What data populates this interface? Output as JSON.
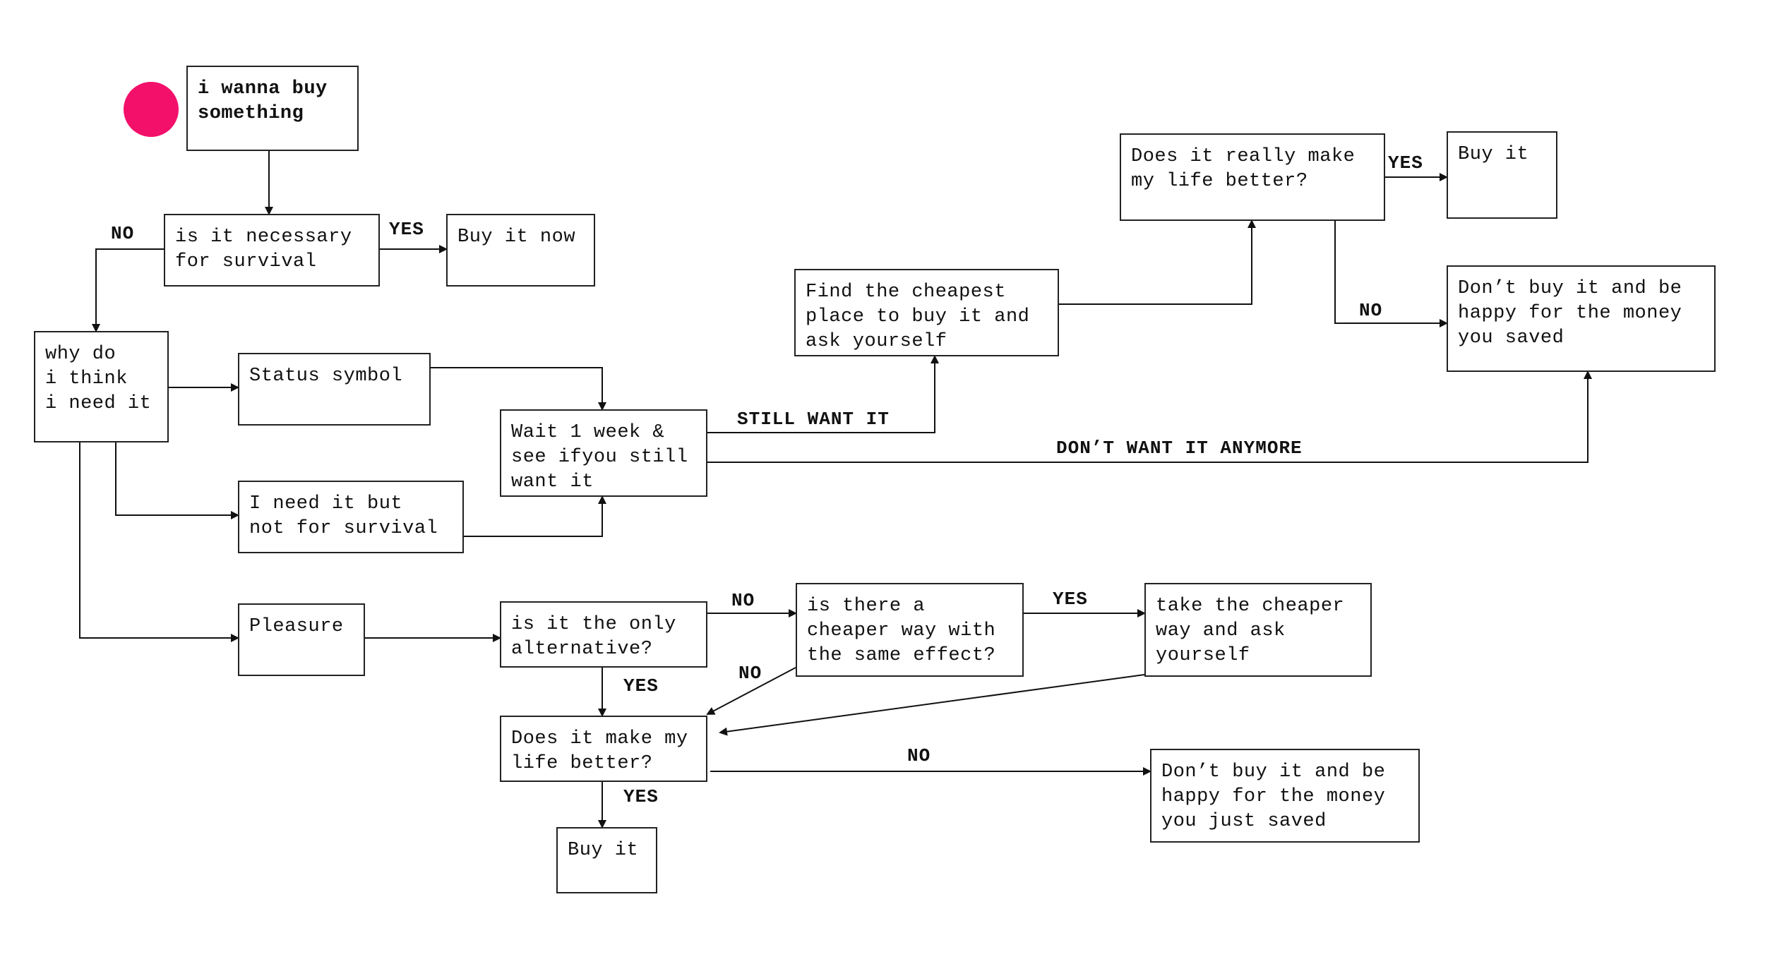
{
  "colors": {
    "start_dot": "#f2106b",
    "line": "#111111"
  },
  "nodes": {
    "start": "i wanna buy\nsomething",
    "necessary": "is it necessary\nfor survival",
    "buy_now": "Buy it now",
    "why": "why do\ni think\ni need it",
    "status": "Status symbol",
    "need_not_survival": "I need it but\nnot for survival",
    "pleasure": "Pleasure",
    "wait": "Wait 1 week &\nsee ifyou still\nwant it",
    "cheapest": "Find the cheapest\nplace to buy it and\nask yourself",
    "really_better": "Does it really make\nmy life better?",
    "buy_it_top": "Buy it",
    "dont_buy_top": "Don’t buy it and be\nhappy for the money\nyou saved",
    "only_alt": "is it the only\nalternative?",
    "cheaper_way": "is there a\ncheaper way with\nthe same effect?",
    "take_cheaper": "take the cheaper\nway and ask\nyourself",
    "make_better": "Does it make my\nlife better?",
    "buy_it_bottom": "Buy it",
    "dont_buy_bottom": "Don’t buy it and be\nhappy for the money\nyou just saved"
  },
  "edge_labels": {
    "no_survival": "NO",
    "yes_survival": "YES",
    "still_want": "STILL WANT IT",
    "dont_want": "DON’T WANT IT ANYMORE",
    "yes_really": "YES",
    "no_really": "NO",
    "no_only": "NO",
    "yes_cheaper": "YES",
    "no_cheaper": "NO",
    "yes_only": "YES",
    "no_better": "NO",
    "yes_better": "YES"
  }
}
